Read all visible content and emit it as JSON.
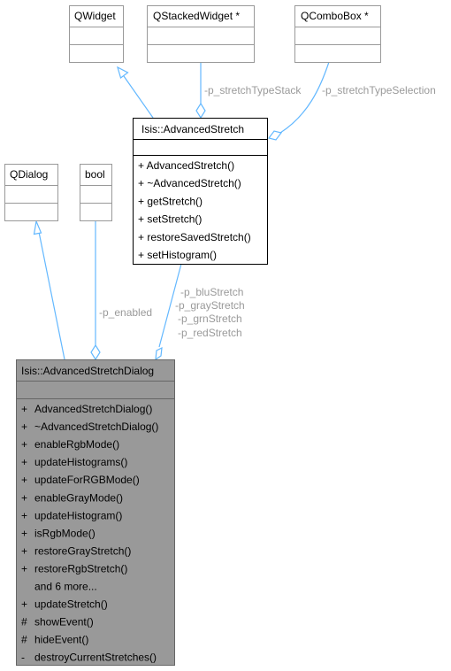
{
  "diagram": {
    "classes": {
      "qwidget": {
        "title": "QWidget"
      },
      "qstackedwidget": {
        "title": "QStackedWidget *"
      },
      "qcombobox": {
        "title": "QComboBox *"
      },
      "advancedstretch": {
        "title": "Isis::AdvancedStretch",
        "members": [
          "+ AdvancedStretch()",
          "+ ~AdvancedStretch()",
          "+ getStretch()",
          "+ setStretch()",
          "+ restoreSavedStretch()",
          "+ setHistogram()"
        ]
      },
      "qdialog": {
        "title": "QDialog"
      },
      "bool": {
        "title": "bool"
      },
      "dialog": {
        "title": "Isis::AdvancedStretchDialog",
        "members": [
          {
            "vis": "+",
            "name": "AdvancedStretchDialog()"
          },
          {
            "vis": "+",
            "name": "~AdvancedStretchDialog()"
          },
          {
            "vis": "+",
            "name": "enableRgbMode()"
          },
          {
            "vis": "+",
            "name": "updateHistograms()"
          },
          {
            "vis": "+",
            "name": "updateForRGBMode()"
          },
          {
            "vis": "+",
            "name": "enableGrayMode()"
          },
          {
            "vis": "+",
            "name": "updateHistogram()"
          },
          {
            "vis": "+",
            "name": "isRgbMode()"
          },
          {
            "vis": "+",
            "name": "restoreGrayStretch()"
          },
          {
            "vis": "+",
            "name": "restoreRgbStretch()"
          },
          {
            "vis": "",
            "name": "and 6 more..."
          },
          {
            "vis": "+",
            "name": "updateStretch()"
          },
          {
            "vis": "#",
            "name": "showEvent()"
          },
          {
            "vis": "#",
            "name": "hideEvent()"
          },
          {
            "vis": "-",
            "name": "destroyCurrentStretches()"
          }
        ]
      }
    },
    "edge_labels": {
      "stretch_type_stack": "-p_stretchTypeStack",
      "stretch_type_selection": "-p_stretchTypeSelection",
      "enabled": "-p_enabled",
      "stretches": [
        "-p_bluStretch",
        "-p_grayStretch",
        "-p_grnStretch",
        "-p_redStretch"
      ]
    },
    "colors": {
      "edge": "#63b8ff",
      "box_border": "#999999",
      "main_border": "#000000",
      "highlight_fill": "#999999",
      "highlight_border": "#666666",
      "edge_label": "#9a9a9a"
    }
  }
}
